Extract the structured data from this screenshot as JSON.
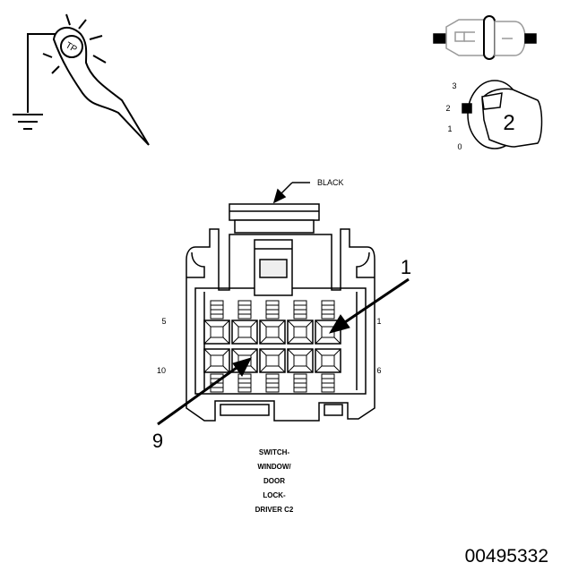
{
  "probe_icon": {
    "label": "TP"
  },
  "ignition_icon": {
    "positions": [
      "3",
      "2",
      "1",
      "0"
    ],
    "selected": "2"
  },
  "connector": {
    "color_label": "BLACK",
    "pin_numbers": {
      "top_left": "5",
      "top_right": "1",
      "bottom_left": "10",
      "bottom_right": "6"
    },
    "callouts": [
      "1",
      "9"
    ]
  },
  "caption": [
    "SWITCH-",
    "WINDOW/",
    "DOOR",
    "LOCK-",
    "DRIVER C2"
  ],
  "figure_id": "00495332"
}
